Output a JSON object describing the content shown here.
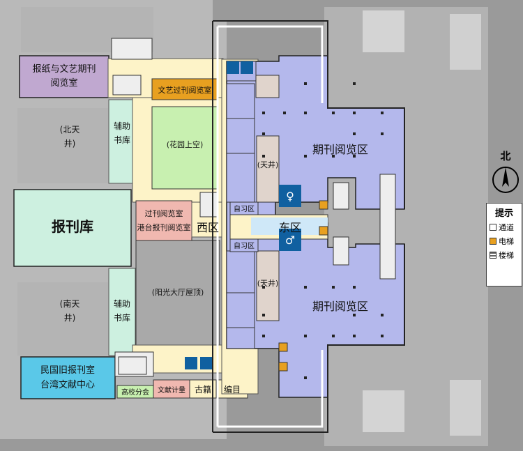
{
  "rooms": {
    "newspaper_lit_reading": "报纸与文艺期刊阅览室",
    "lit_back_issue_reading": "文艺过刊阅览室",
    "garden_above": "(花园上空)",
    "north_atrium": "(北天井)",
    "south_atrium": "(南天井)",
    "newspaper_stacks": "报刊库",
    "aux_stacks_north": "辅助书库",
    "aux_stacks_south": "辅助书库",
    "back_issue_reading": "过刊阅览室",
    "hk_tw_newspaper_reading": "港台报刊阅览室",
    "sunlight_hall_roof": "(阳光大厅屋顶)",
    "west_zone": "西区",
    "east_zone": "东区",
    "self_study_north": "自习区",
    "self_study_south": "自习区",
    "courtyard_north": "(天井)",
    "courtyard_south": "(天井)",
    "periodical_reading_north": "期刊阅览区",
    "periodical_reading_south": "期刊阅览区",
    "republic_old_newspaper": "民国旧报刊室",
    "taiwan_doc_center": "台湾文献中心",
    "university_branch": "高校分会",
    "doc_measurement": "文献计量",
    "ancient_books": "古籍",
    "cataloging": "编目"
  },
  "compass": {
    "label": "北"
  },
  "legend": {
    "title": "提示",
    "items": [
      {
        "label": "通道",
        "color": "#ffffff"
      },
      {
        "label": "电梯",
        "color": "#e8a020"
      },
      {
        "label": "楼梯",
        "color": "#666666"
      }
    ]
  },
  "colors": {
    "periodical": "#b4b8ec",
    "corridor": "#fdf3c8",
    "stacks": "#cdf0e0",
    "garden": "#c8f0b0",
    "pink": "#f0b8b0",
    "hall_roof": "#a9a9a9",
    "purple": "#c0a8d0",
    "cyan": "#5ac8e8",
    "outside": "#9a9a9a",
    "blank_gray": "#b9b9b9",
    "taupe": "#e0d4cc",
    "restroom": "#1060a0",
    "orange": "#e8a020"
  }
}
